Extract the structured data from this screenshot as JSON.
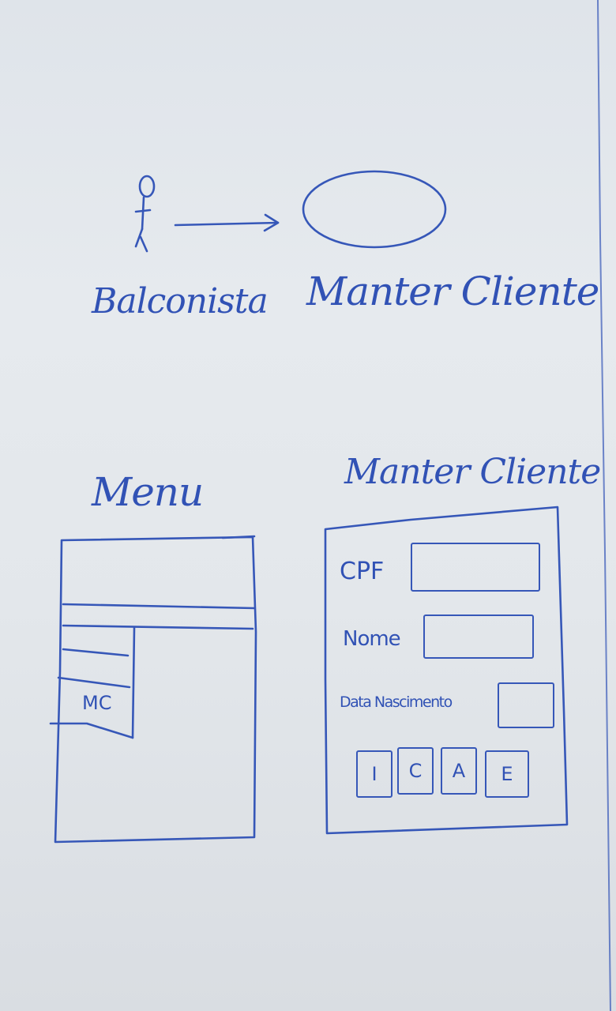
{
  "use_case": {
    "actor_label": "Balconista",
    "use_case_label": "Manter Cliente"
  },
  "menu_screen": {
    "title": "Menu",
    "item_mc": "MC"
  },
  "form_screen": {
    "title": "Manter Cliente",
    "fields": [
      {
        "label": "CPF"
      },
      {
        "label": "Nome"
      },
      {
        "label": "Data Nascimento"
      }
    ],
    "buttons": [
      "I",
      "C",
      "A",
      "E"
    ]
  },
  "colors": {
    "ink": "#3657b8",
    "paper": "#e2e6ea"
  }
}
